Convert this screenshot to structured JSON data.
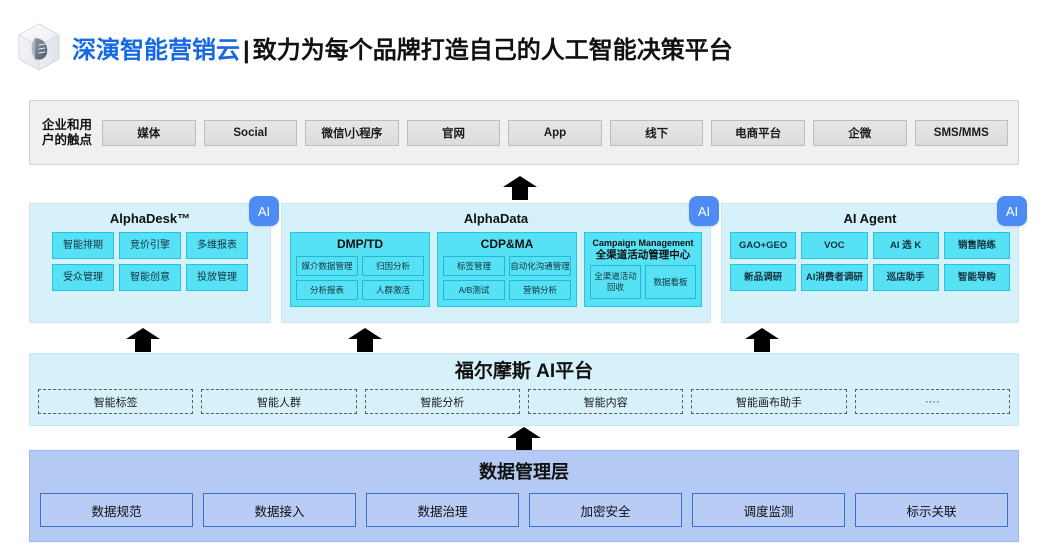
{
  "header": {
    "logo_icon": "hexagon-cube-logo",
    "brand": "深演智能营销云",
    "separator": "|",
    "tagline": "致力为每个品牌打造自己的人工智能决策平台",
    "brand_color": "#1668e3"
  },
  "touchpoints": {
    "label": "企业和用户的触点",
    "items": [
      "媒体",
      "Social",
      "微信\\小程序",
      "官网",
      "App",
      "线下",
      "电商平台",
      "企微",
      "SMS/MMS"
    ]
  },
  "products": {
    "ai_badge_label": "AI",
    "alpha_desk": {
      "title": "AlphaDesk™",
      "items": [
        "智能排期",
        "竞价引擎",
        "多维报表",
        "受众管理",
        "智能创意",
        "投放管理"
      ]
    },
    "alpha_data": {
      "title": "AlphaData",
      "groups": [
        {
          "title": "DMP/TD",
          "subtitle": "",
          "items": [
            "媒介数据管理",
            "归因分析",
            "分析报表",
            "人群激活"
          ]
        },
        {
          "title": "CDP&MA",
          "subtitle": "",
          "items": [
            "标签管理",
            "自动化沟通管理",
            "A/B测试",
            "营销分析"
          ]
        },
        {
          "title": "Campaign Management",
          "subtitle": "全渠道活动管理中心",
          "items": [
            "全渠道活动回收",
            "数据看板"
          ]
        }
      ]
    },
    "ai_agent": {
      "title": "AI Agent",
      "items": [
        "GAO+GEO",
        "VOC",
        "AI 选 K",
        "销售陪练",
        "新品调研",
        "AI消费者调研",
        "巡店助手",
        "智能导购"
      ]
    }
  },
  "holmes": {
    "title": "福尔摩斯 AI平台",
    "items": [
      "智能标签",
      "智能人群",
      "智能分析",
      "智能内容",
      "智能画布助手",
      "····"
    ]
  },
  "data_layer": {
    "title": "数据管理层",
    "items": [
      "数据规范",
      "数据接入",
      "数据治理",
      "加密安全",
      "调度监测",
      "标示关联"
    ]
  },
  "arrows": {
    "icon": "arrow-up-icon",
    "color": "#000000",
    "count": 5
  },
  "palette": {
    "touchpoint_band": "#f0f0f0",
    "product_panel": "#d7f1fb",
    "cell_cyan": "#57e1f5",
    "data_layer": "#b4caf4",
    "ai_badge": "#4e8cf5"
  }
}
